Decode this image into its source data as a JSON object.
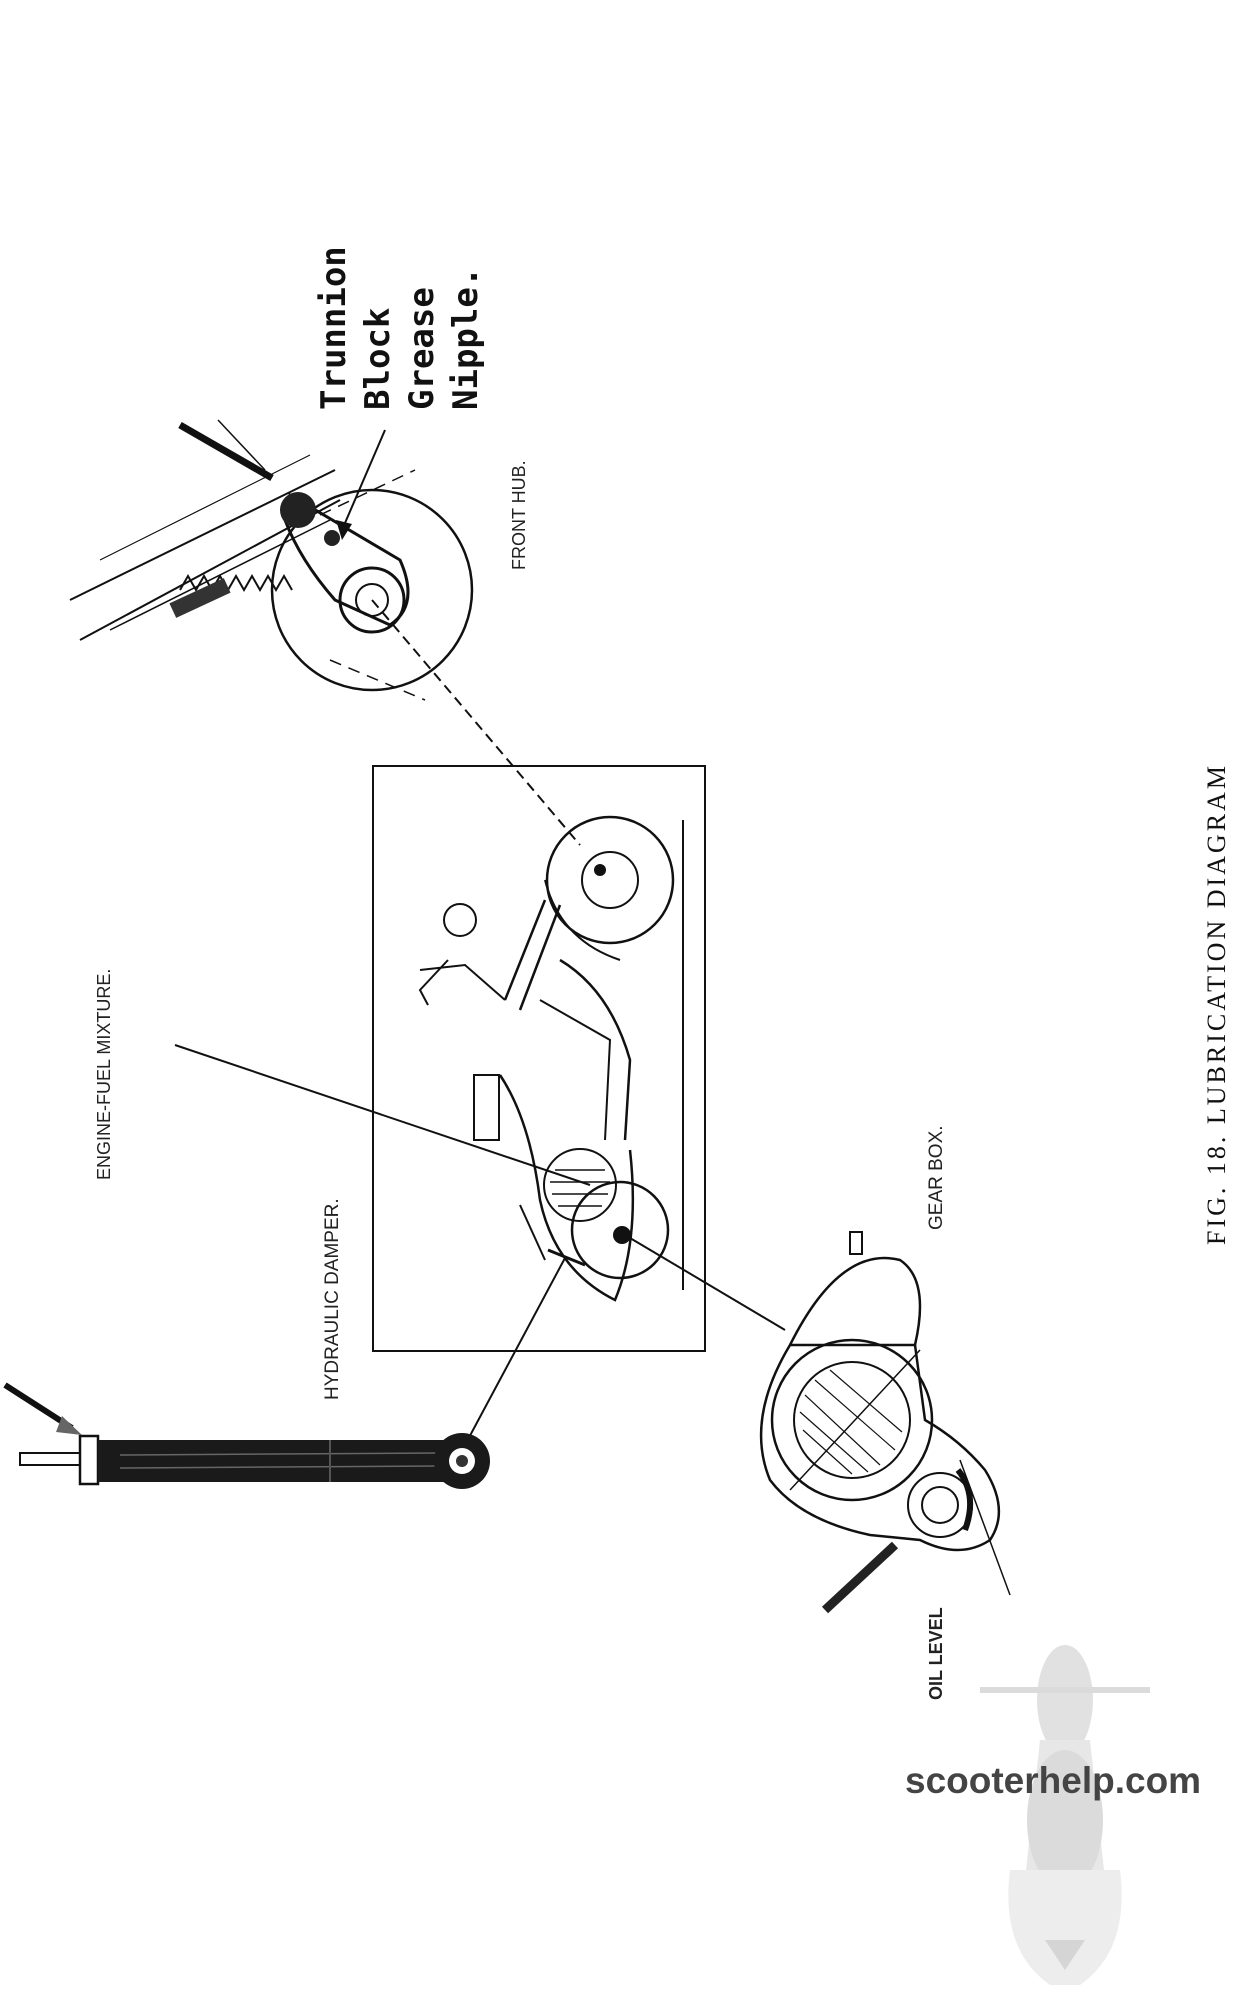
{
  "labels": {
    "trunnion": [
      "Trunnion",
      "Block",
      "Grease",
      "Nipple."
    ],
    "front_hub": "FRONT HUB.",
    "engine_fuel": "ENGINE-FUEL MIXTURE.",
    "hydraulic_damper": "HYDRAULIC DAMPER.",
    "gear_box": "GEAR BOX.",
    "oil_level": "OIL LEVEL",
    "caption": "FIG. 18.   LUBRICATION DIAGRAM"
  },
  "watermark": {
    "text": "scooterhelp.com",
    "icon": "scooter-icon"
  }
}
